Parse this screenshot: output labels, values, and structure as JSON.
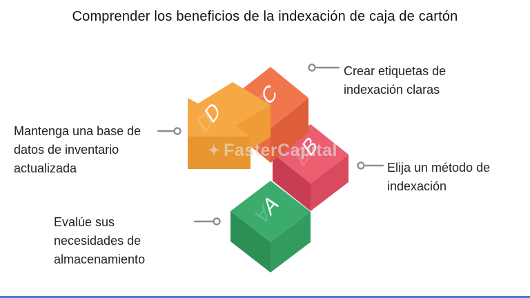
{
  "title": "Comprender los beneficios de la indexación de caja de cartón",
  "watermark": {
    "logo_icon": "✦",
    "text": "FasterCapital"
  },
  "callouts": {
    "top_right": "Crear etiquetas de indexación claras",
    "left": "Mantenga una base de datos de inventario actualizada",
    "right": "Elija un método de indexación",
    "bottom_left": "Evalúe sus necesidades de almacenamiento"
  },
  "diagram": {
    "connector_color": "#8d8d8d",
    "boxes": [
      {
        "letter": "A",
        "face_top": "#3BAC6C",
        "face_left": "#2C8F54",
        "face_right": "#339B5E"
      },
      {
        "letter": "B",
        "face_top": "#EB5F71",
        "face_left": "#C93D53",
        "face_right": "#D94A5F"
      },
      {
        "letter": "C",
        "face_top": "#F1764B",
        "face_left": "#E96A40",
        "face_right": "#DE5E3A"
      },
      {
        "letter": "D",
        "face_top": "#F6A845",
        "face_front": "#E8962F",
        "face_side": "#F09C36",
        "face_back": "#DD8B28"
      }
    ]
  },
  "footer": {
    "accent_bar_color": "#4a7ec0"
  }
}
